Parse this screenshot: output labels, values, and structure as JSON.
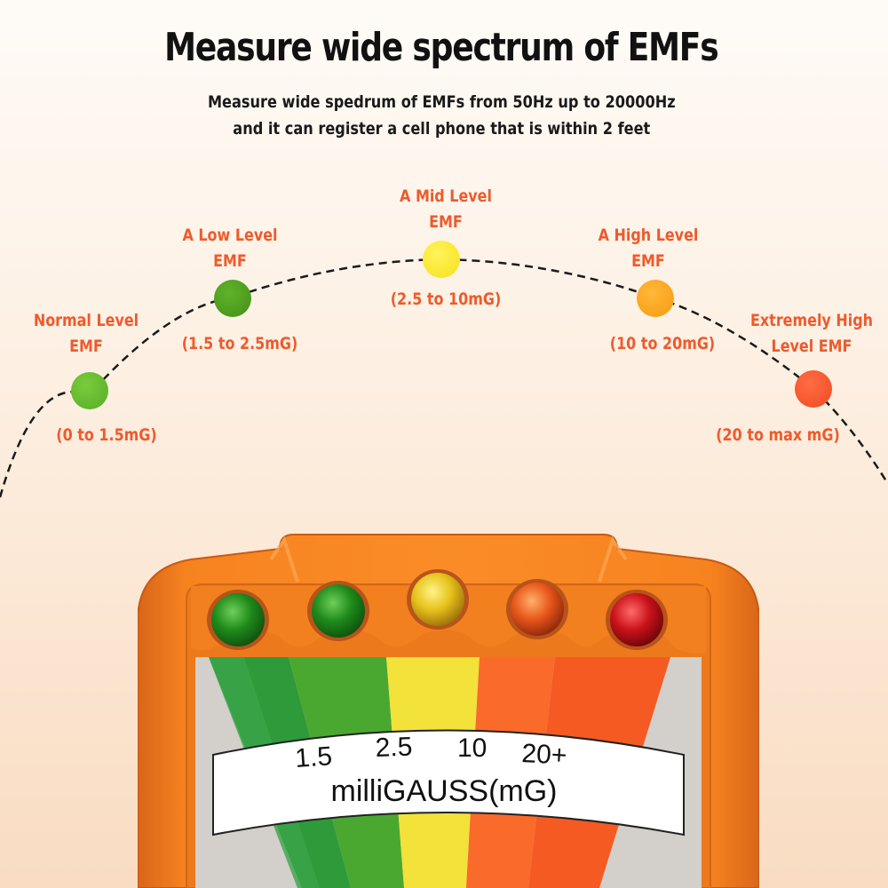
{
  "header": {
    "title": "Measure wide spectrum of EMFs",
    "subtitle_line1": "Measure wide spedrum of EMFs from 50Hz up to 20000Hz",
    "subtitle_line2": "and it can register a cell phone that is within 2 feet"
  },
  "levels": [
    {
      "name_line1": "Normal Level",
      "name_line2": "EMF",
      "range": "(0 to 1.5mG)",
      "color": "#62b92c"
    },
    {
      "name_line1": "A Low Level",
      "name_line2": "EMF",
      "range": "(1.5 to 2.5mG)",
      "color": "#4d9e1e"
    },
    {
      "name_line1": "A Mid Level",
      "name_line2": "EMF",
      "range": "(2.5 to 10mG)",
      "color": "#fbe925"
    },
    {
      "name_line1": "A High Level",
      "name_line2": "EMF",
      "range": "(10 to 20mG)",
      "color": "#fba51a"
    },
    {
      "name_line1": "Extremely High",
      "name_line2": "Level EMF",
      "range": "(20 to max mG)",
      "color": "#f4532b"
    }
  ],
  "meter": {
    "scale_values": [
      "1.5",
      "2.5",
      "10",
      "20+"
    ],
    "unit_label": "milliGAUSS(mG)",
    "led_colors": [
      "#1f8a1a",
      "#2a8f22",
      "#e6c21a",
      "#e8561a",
      "#c9121a"
    ],
    "body_color": "#f7801e"
  },
  "colors": {
    "label": "#ee5a2c",
    "title": "#111111"
  }
}
